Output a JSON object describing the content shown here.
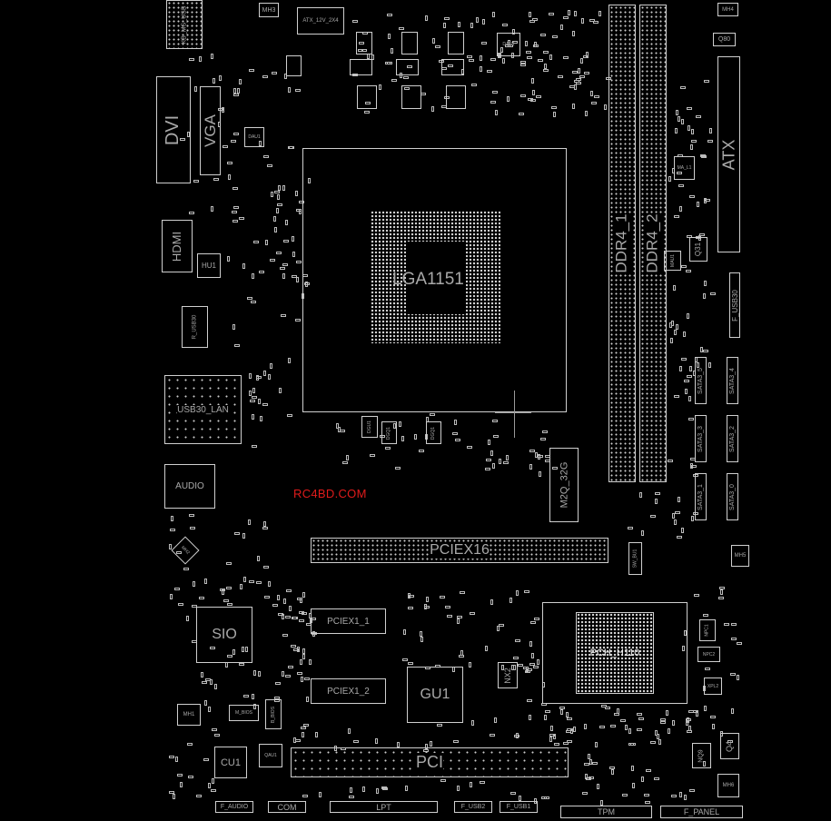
{
  "board": {
    "watermark": "RC4BD.COM",
    "components": {
      "kb_ms_usb": "KB_MS_USB",
      "mh3": "MH3",
      "atx_12v": "ATX_12V_2X4",
      "dvi": "DVI",
      "vga": "VGA",
      "dau1_left": "DAU1",
      "dau1_top": "DAU1",
      "cpu_socket": "LGA1151",
      "ddr4_1": "DDR4_1",
      "ddr4_2": "DDR4_2",
      "mh4": "MH4",
      "q80": "Q80",
      "atx": "ATX",
      "ma_l1": "MA_L1",
      "q31": "Q31",
      "mau1": "MAU1",
      "f_usb30_right": "F_USB30",
      "sata3_5": "SATA3_5",
      "sata3_4": "SATA3_4",
      "sata3_3": "SATA3_3",
      "sata3_2": "SATA3_2",
      "sata3_1": "SATA3_1",
      "sata3_0": "SATA3_0",
      "mh5": "MH5",
      "hdmi": "HDMI",
      "hu1": "HU1",
      "r_usb30": "R_USB30",
      "usb30_lan": "USB30_LAN",
      "audio": "AUDIO",
      "mh2": "MH2",
      "dgu1": "DGU1",
      "dgq1": "DGQ1",
      "dgq2": "DGQ1",
      "m2": "M2Q_32G",
      "pciex16": "PCIEX16",
      "sw_bu1": "SW_BU1",
      "sio": "SIO",
      "pciex1_1": "PCIEX1_1",
      "pciex1_2": "PCIEX1_2",
      "gu1": "GU1",
      "nx2": "NX2",
      "pch": "PCH_H110",
      "npc1": "NPC1",
      "npc2": "NPC2",
      "xpl2": "XPL2",
      "nq9": "NQ9",
      "q4": "Q4",
      "mh6": "MH6",
      "mh1": "MH1",
      "m_bios": "M_BIOS",
      "b_bios": "B_BIOS",
      "cu1": "CU1",
      "qau1": "QAU1",
      "pci": "PCI",
      "f_audio": "F_AUDIO",
      "com": "COM",
      "lpt": "LPT",
      "f_usb2": "F_USB2",
      "f_usb1": "F_USB1",
      "tpm": "TPM",
      "f_panel": "F_PANEL"
    }
  }
}
